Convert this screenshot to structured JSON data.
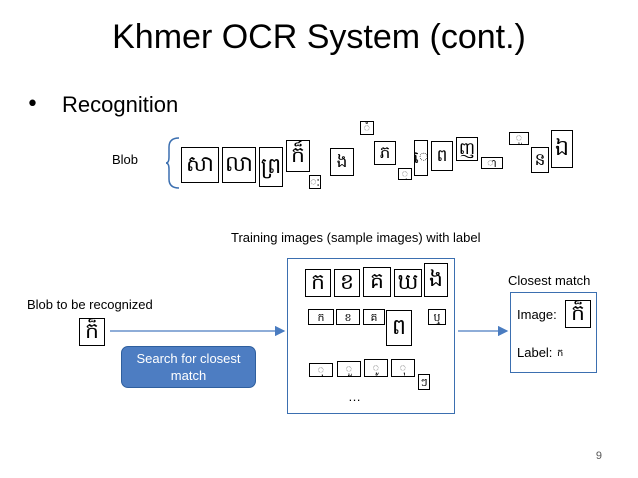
{
  "slide": {
    "title": "Khmer OCR System (cont.)",
    "bullet": "Recognition",
    "page_number": "9"
  },
  "blob_row": {
    "label": "Blob",
    "glyphs": [
      "សា",
      "លា",
      "ព្រ",
      "ក៏",
      "ៈ",
      "ង",
      "ំ",
      "ភ",
      "ុ",
      "េ",
      "ព",
      "ញ",
      "ា",
      "ួ",
      "ន",
      "ឯ"
    ]
  },
  "training": {
    "label": "Training images (sample images) with label",
    "row1": [
      "ក",
      "ខ",
      "គ",
      "ឃ",
      "ង"
    ],
    "row2": [
      "ក",
      "ខ",
      "គ",
      "ព",
      "ឬ"
    ],
    "row3": [
      "ុ",
      "ួ",
      "ូ",
      "ុ",
      "ៗ"
    ],
    "ellipsis": "…"
  },
  "query": {
    "label": "Blob to be recognized",
    "glyph": "ក៏"
  },
  "search_button": {
    "label": "Search for closest match"
  },
  "closest": {
    "label": "Closest match",
    "image_label": "Image:",
    "image_glyph": "ក៏",
    "label_label": "Label:",
    "label_value": "ក"
  },
  "colors": {
    "accent_border": "#3b6fb0",
    "button_fill": "#4d7dc2",
    "arrow": "#4a7cc0"
  }
}
